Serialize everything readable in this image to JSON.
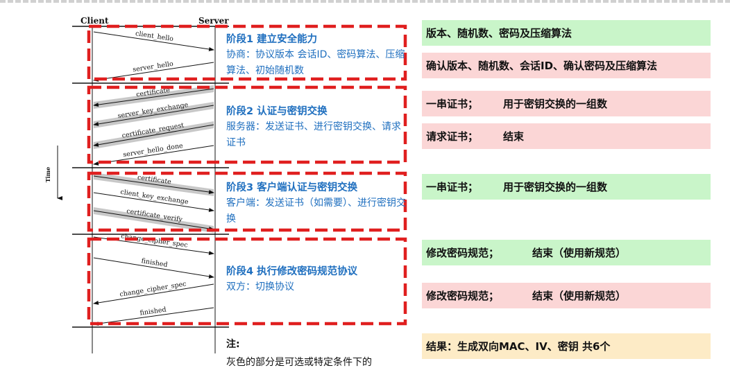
{
  "headers": {
    "client": "Client",
    "server": "Server",
    "time": "Time"
  },
  "messages": [
    {
      "label": "client_hello",
      "dir": "right",
      "shaded": false
    },
    {
      "label": "server_hello",
      "dir": "left",
      "shaded": false
    },
    {
      "label": "certificate",
      "dir": "left",
      "shaded": true
    },
    {
      "label": "server_key_exchange",
      "dir": "left",
      "shaded": true
    },
    {
      "label": "certificate_request",
      "dir": "left",
      "shaded": true
    },
    {
      "label": "server_hello_done",
      "dir": "left",
      "shaded": false
    },
    {
      "label": "certificate",
      "dir": "right",
      "shaded": true
    },
    {
      "label": "client_key_exchange",
      "dir": "right",
      "shaded": false
    },
    {
      "label": "certificate_verify",
      "dir": "right",
      "shaded": true
    },
    {
      "label": "change_cipher_spec",
      "dir": "right",
      "shaded": false
    },
    {
      "label": "finished",
      "dir": "right",
      "shaded": false
    },
    {
      "label": "change_cipher_spec",
      "dir": "left",
      "shaded": false
    },
    {
      "label": "finished",
      "dir": "left",
      "shaded": false
    }
  ],
  "phases": [
    {
      "title": "阶段1 建立安全能力",
      "desc": "协商：协议版本 会话ID、密码算法、压缩算法、初始随机数"
    },
    {
      "title": "阶段2 认证与密钥交换",
      "desc": "服务器：发送证书、进行密钥交换、请求证书"
    },
    {
      "title": "阶段3 客户端认证与密钥交换",
      "desc": "客户端：发送证书（如需要）、进行密钥交换"
    },
    {
      "title": "阶段4 执行修改密码规范协议",
      "desc": "双方：切换协议"
    }
  ],
  "rows": [
    {
      "a": "版本、随机数、密码及压缩算法",
      "b": "",
      "color": "green"
    },
    {
      "a": "确认版本、随机数、会话ID、确认密码及压缩算法",
      "b": "",
      "color": "pink"
    },
    {
      "a": "一串证书；",
      "b": "用于密钥交换的一组数",
      "color": "pink"
    },
    {
      "a": "请求证书；",
      "b": "结束",
      "color": "pink"
    },
    {
      "a": "一串证书；",
      "b": "用于密钥交换的一组数",
      "color": "green"
    },
    {
      "a": "修改密码规范；",
      "b": "结束（使用新规范）",
      "color": "green"
    },
    {
      "a": "修改密码规范；",
      "b": "结束（使用新规范）",
      "color": "pink"
    },
    {
      "a": "结果：生成双向MAC、IV、密钥 共6个",
      "b": "",
      "color": "tan"
    }
  ],
  "note": {
    "title": "注:",
    "text": "灰色的部分是可选或特定条件下的"
  }
}
